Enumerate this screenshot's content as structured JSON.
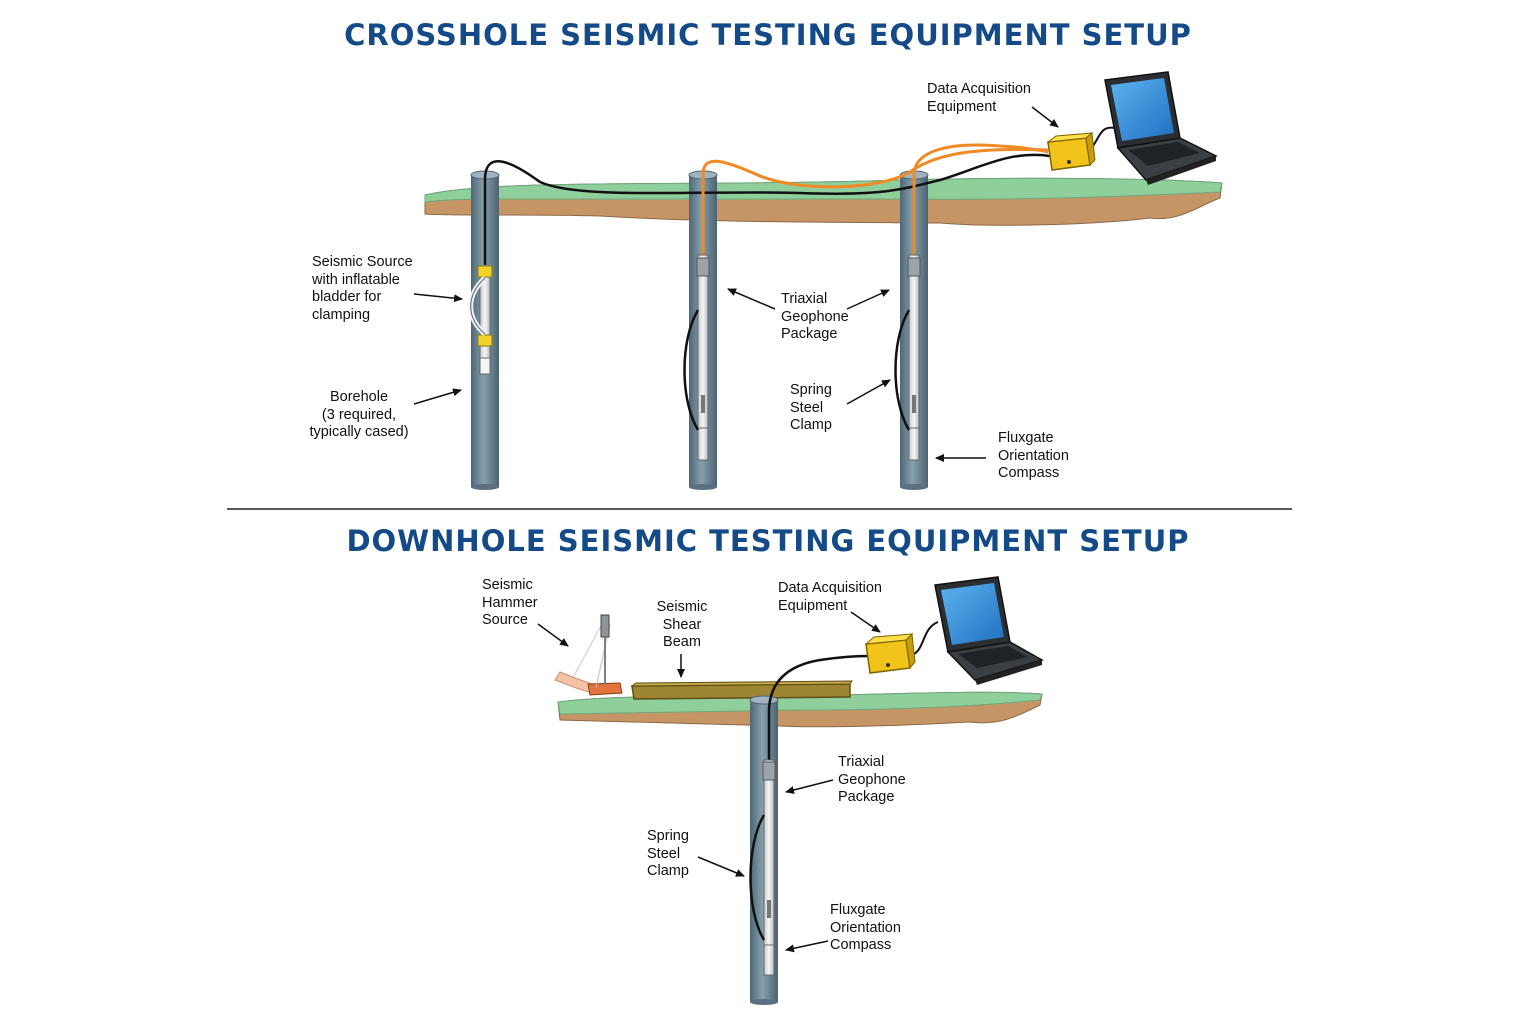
{
  "crosshole": {
    "title": "CROSSHOLE SEISMIC TESTING EQUIPMENT SETUP",
    "labels": {
      "data_acquisition": "Data Acquisition\nEquipment",
      "seismic_source": "Seismic Source\nwith inflatable\nbladder for\nclamping",
      "borehole": "Borehole\n(3 required,\ntypically cased)",
      "geophone": "Triaxial\nGeophone\nPackage",
      "spring_clamp": "Spring\nSteel\nClamp",
      "compass": "Fluxgate\nOrientation\nCompass"
    }
  },
  "downhole": {
    "title": "DOWNHOLE SEISMIC TESTING EQUIPMENT SETUP",
    "labels": {
      "hammer": "Seismic\nHammer\nSource",
      "beam": "Seismic\nShear\nBeam",
      "data_acquisition": "Data Acquisition\nEquipment",
      "geophone": "Triaxial\nGeophone\nPackage",
      "spring_clamp": "Spring\nSteel\nClamp",
      "compass": "Fluxgate\nOrientation\nCompass"
    }
  },
  "colors": {
    "title": "#134a87",
    "ground_top": "#8fcf9c",
    "soil": "#c69566",
    "casing": "#6f8796",
    "orange_cable": "#f08a24",
    "daq_box": "#f2c318",
    "laptop_screen": "#2e86d4"
  }
}
